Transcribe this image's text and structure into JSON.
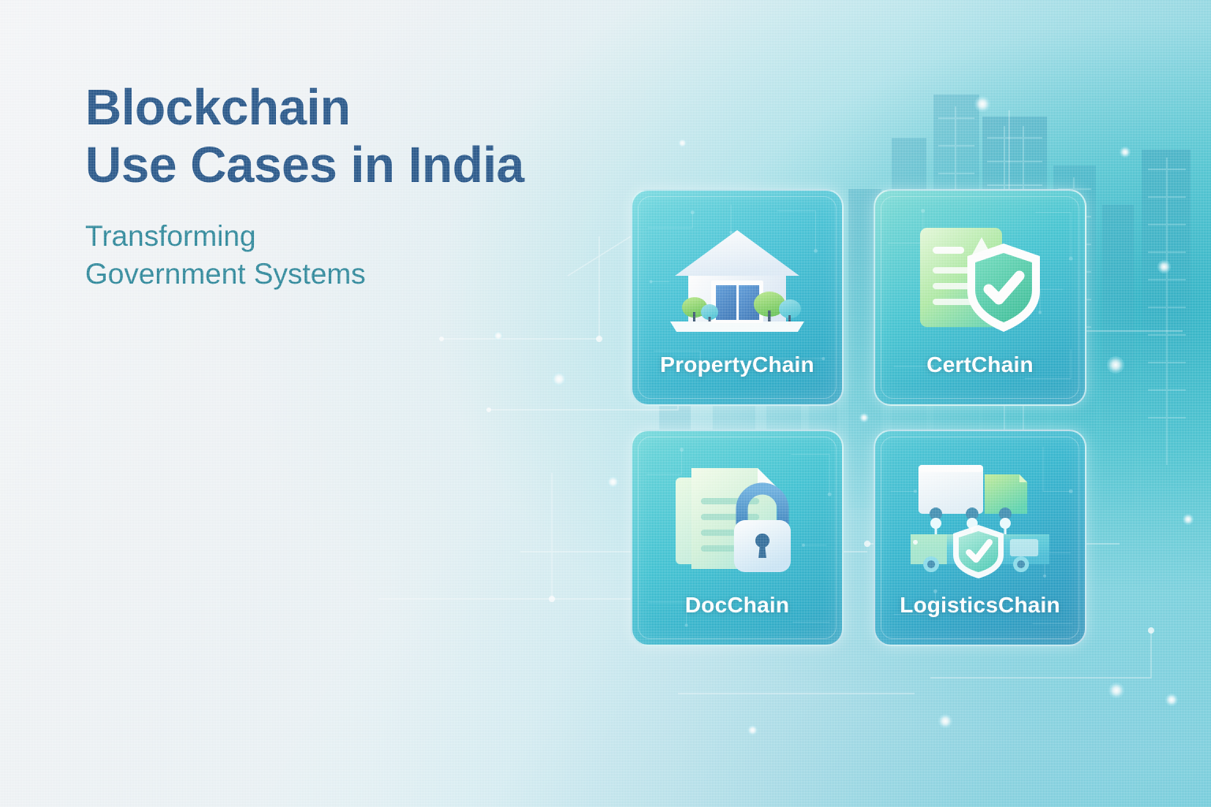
{
  "headline": {
    "title": "Blockchain\nUse Cases in India",
    "subtitle": "Transforming\nGovernment Systems",
    "title_color": "#14487f",
    "subtitle_color": "#1a7d92"
  },
  "cards": [
    {
      "label": "PropertyChain",
      "icon": "bank-building-icon",
      "position": "top-left",
      "accent": "#34bcd2"
    },
    {
      "label": "CertChain",
      "icon": "certificate-shield-check-icon",
      "position": "top-right",
      "accent": "#32bfce"
    },
    {
      "label": "DocChain",
      "icon": "documents-lock-icon",
      "position": "bottom-left",
      "accent": "#2ebdcf"
    },
    {
      "label": "LogisticsChain",
      "icon": "truck-shield-icon",
      "position": "bottom-right",
      "accent": "#22b0cb"
    }
  ],
  "theme": {
    "background_light": "#f4f6f8",
    "background_teal": "#49c3d2",
    "card_border": "#ffffff",
    "label_color": "#ffffff",
    "green_accent": "#8fdc7a",
    "document_green": "#b9e9a8"
  }
}
